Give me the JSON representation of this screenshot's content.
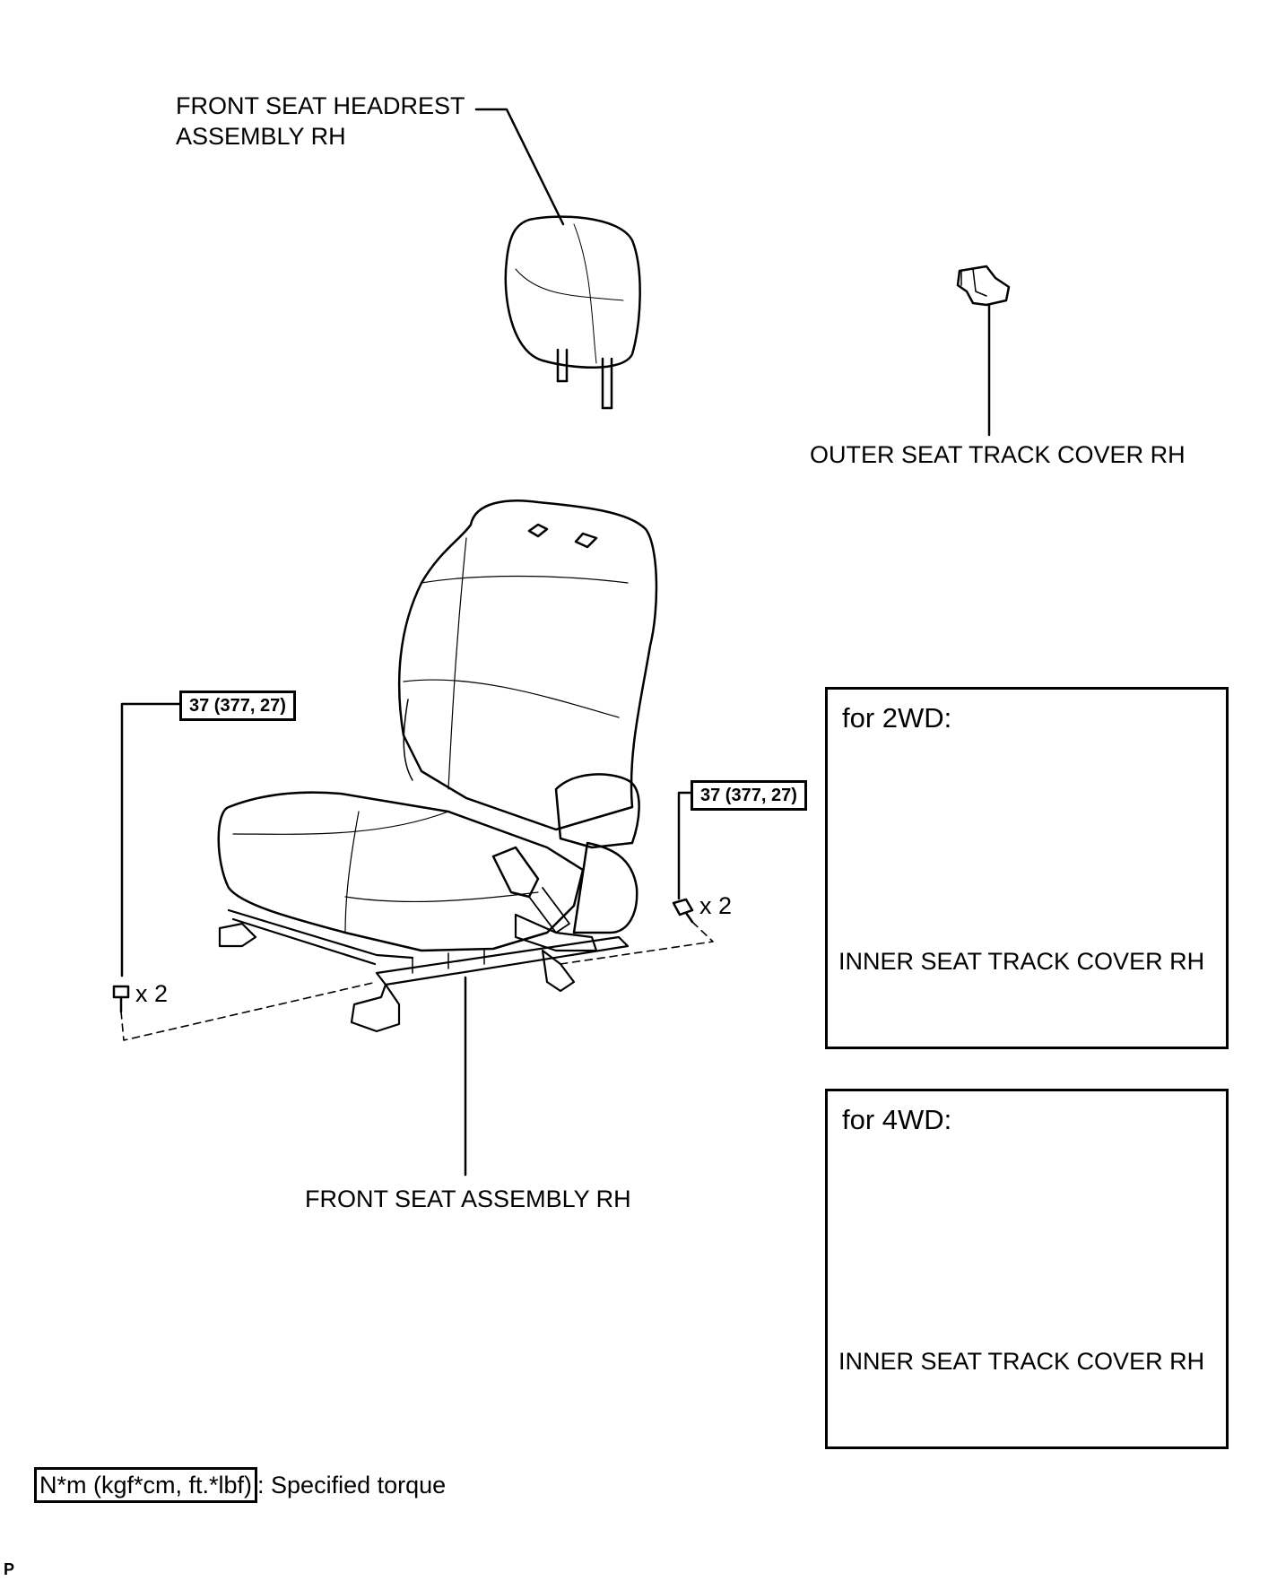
{
  "labels": {
    "headrest_line1": "FRONT SEAT HEADREST",
    "headrest_line2": "ASSEMBLY RH",
    "outer_cover": "OUTER SEAT TRACK COVER RH",
    "seat_assembly": "FRONT SEAT ASSEMBLY RH"
  },
  "torque": {
    "left": "37 (377, 27)",
    "right": "37 (377, 27)"
  },
  "quantity": {
    "left": "x 2",
    "right": "x 2"
  },
  "panels": [
    {
      "title": "for 2WD:",
      "part_label": "INNER SEAT TRACK COVER RH"
    },
    {
      "title": "for 4WD:",
      "part_label": "INNER SEAT TRACK COVER RH"
    }
  ],
  "legend": {
    "unit": "N*m (kgf*cm, ft.*lbf)",
    "text": ": Specified torque"
  },
  "page_code": "P"
}
